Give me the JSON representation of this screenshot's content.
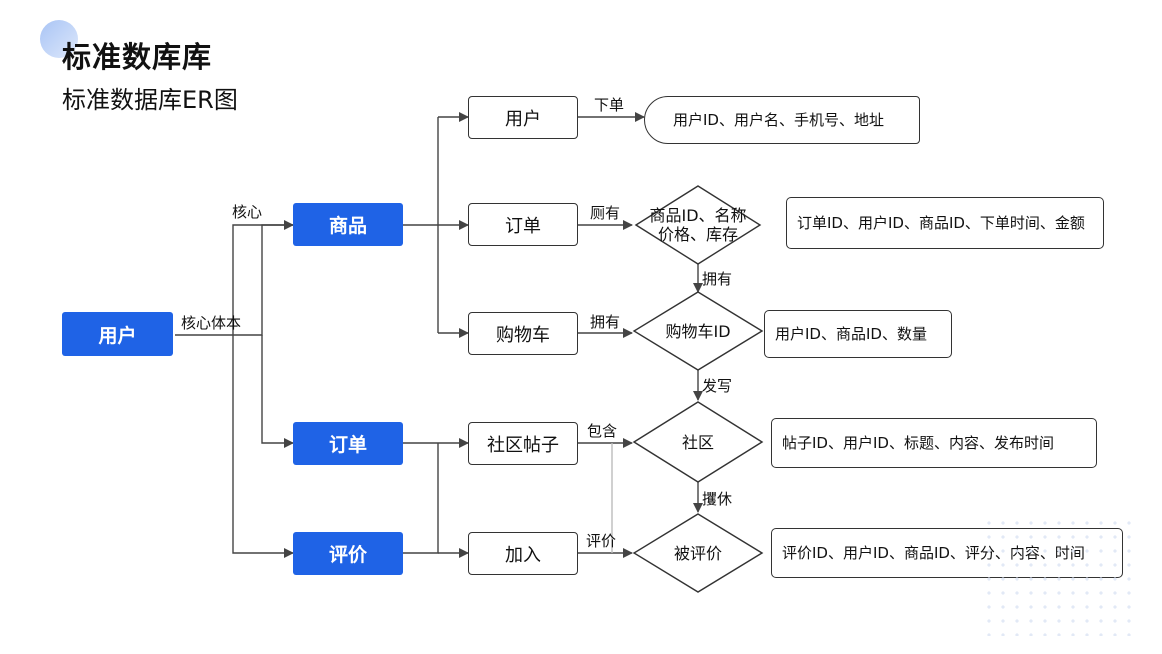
{
  "header": {
    "title": "标准数库库",
    "subtitle": "标准数据库ER图"
  },
  "entities": {
    "user": "用户",
    "product": "商品",
    "order": "订单",
    "review": "评价"
  },
  "boxes": {
    "user": "用户",
    "order": "订单",
    "cart": "购物车",
    "post": "社区帖子",
    "join": "加入"
  },
  "diamonds": {
    "product": "商品ID、名称\n价格、库存",
    "cart": "购物车ID",
    "community": "社区",
    "reviewed": "被评价"
  },
  "attributes": {
    "user": "用户ID、用户名、手机号、地址",
    "order": "订单ID、用户ID、商品ID、下单时间、金额",
    "cart": "用户ID、商品ID、数量",
    "post": "帖子ID、用户ID、标题、内容、发布时间",
    "review": "评价ID、用户ID、商品ID、评分、内容、时间"
  },
  "labels": {
    "core": "核心",
    "core_body": "核心体本",
    "place_order": "下单",
    "own1": "厕有",
    "own2": "拥有",
    "own3": "拥有",
    "write": "发写",
    "contains": "包含",
    "rank": "攫休",
    "review": "评价"
  },
  "colors": {
    "entity": "#1f63e6",
    "line": "#444444"
  }
}
